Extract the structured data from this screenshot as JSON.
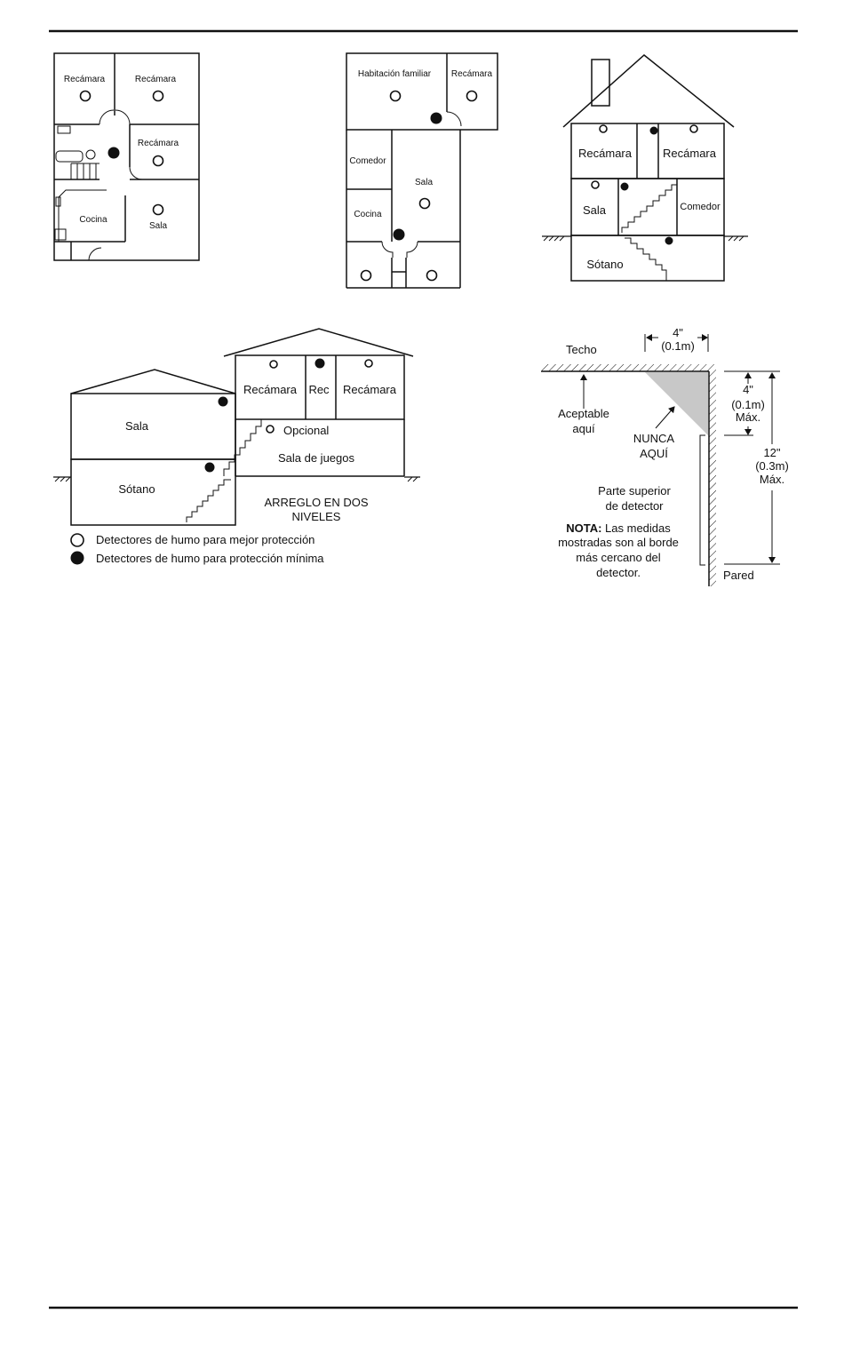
{
  "floorplan_a": {
    "room_bedroom_1": "Recámara",
    "room_bedroom_2": "Recámara",
    "room_bedroom_3": "Recámara",
    "room_kitchen": "Cocina",
    "room_living": "Sala"
  },
  "floorplan_b": {
    "room_family": "Habitación familiar",
    "room_bedroom": "Recámara",
    "room_dining": "Comedor",
    "room_living": "Sala",
    "room_kitchen": "Cocina"
  },
  "house_section": {
    "room_bedroom_left": "Recámara",
    "room_bedroom_right": "Recámara",
    "room_living": "Sala",
    "room_dining": "Comedor",
    "room_basement": "Sótano"
  },
  "split_level": {
    "room_living": "Sala",
    "room_basement": "Sótano",
    "room_bedroom_left": "Recámara",
    "room_rec": "Rec",
    "room_bedroom_right": "Recámara",
    "optional_label": "Opcional",
    "room_game": "Sala de juegos",
    "caption_line1": "ARREGLO EN DOS",
    "caption_line2": "NIVELES"
  },
  "legend": {
    "open_label": "Detectores de humo para mejor protección",
    "solid_label": "Detectores de humo para protección mínima"
  },
  "mounting": {
    "ceiling_label": "Techo",
    "top_dim_1": "4\"",
    "top_dim_2": "(0.1m)",
    "acceptable_1": "Aceptable",
    "acceptable_2": "aquí",
    "never_1": "NUNCA",
    "never_2": "AQUÍ",
    "side_dim_1": "4\"",
    "side_dim_2": "(0.1m)",
    "side_dim_3": "Máx.",
    "big_dim_1": "12\"",
    "big_dim_2": "(0.3m)",
    "big_dim_3": "Máx.",
    "top_detector_1": "Parte superior",
    "top_detector_2": "de detector",
    "note_bold": "NOTA:",
    "note_1": " Las medidas",
    "note_2": "mostradas son al borde",
    "note_3": "más cercano del",
    "note_4": "detector.",
    "wall_label": "Pared"
  }
}
